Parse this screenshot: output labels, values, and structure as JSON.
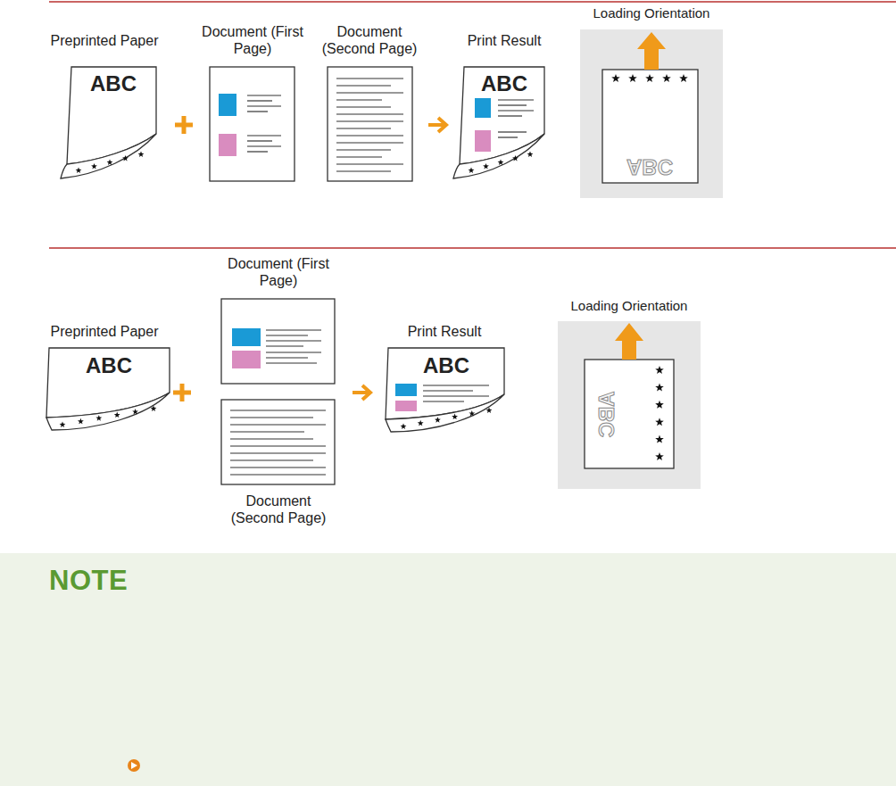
{
  "diagram": {
    "labels": [
      "Preprinted Paper",
      "ABC",
      "Document (First Page)",
      "Document (Second Page)",
      "Print Result",
      "ABC",
      "Loading Orientation",
      "ABC",
      "Preprinted Paper",
      "ABC",
      "Document (First Page)",
      "Document (Second Page)",
      "Print Result",
      "ABC",
      "Loading Orientation",
      "ABC",
      "NOTE"
    ]
  }
}
